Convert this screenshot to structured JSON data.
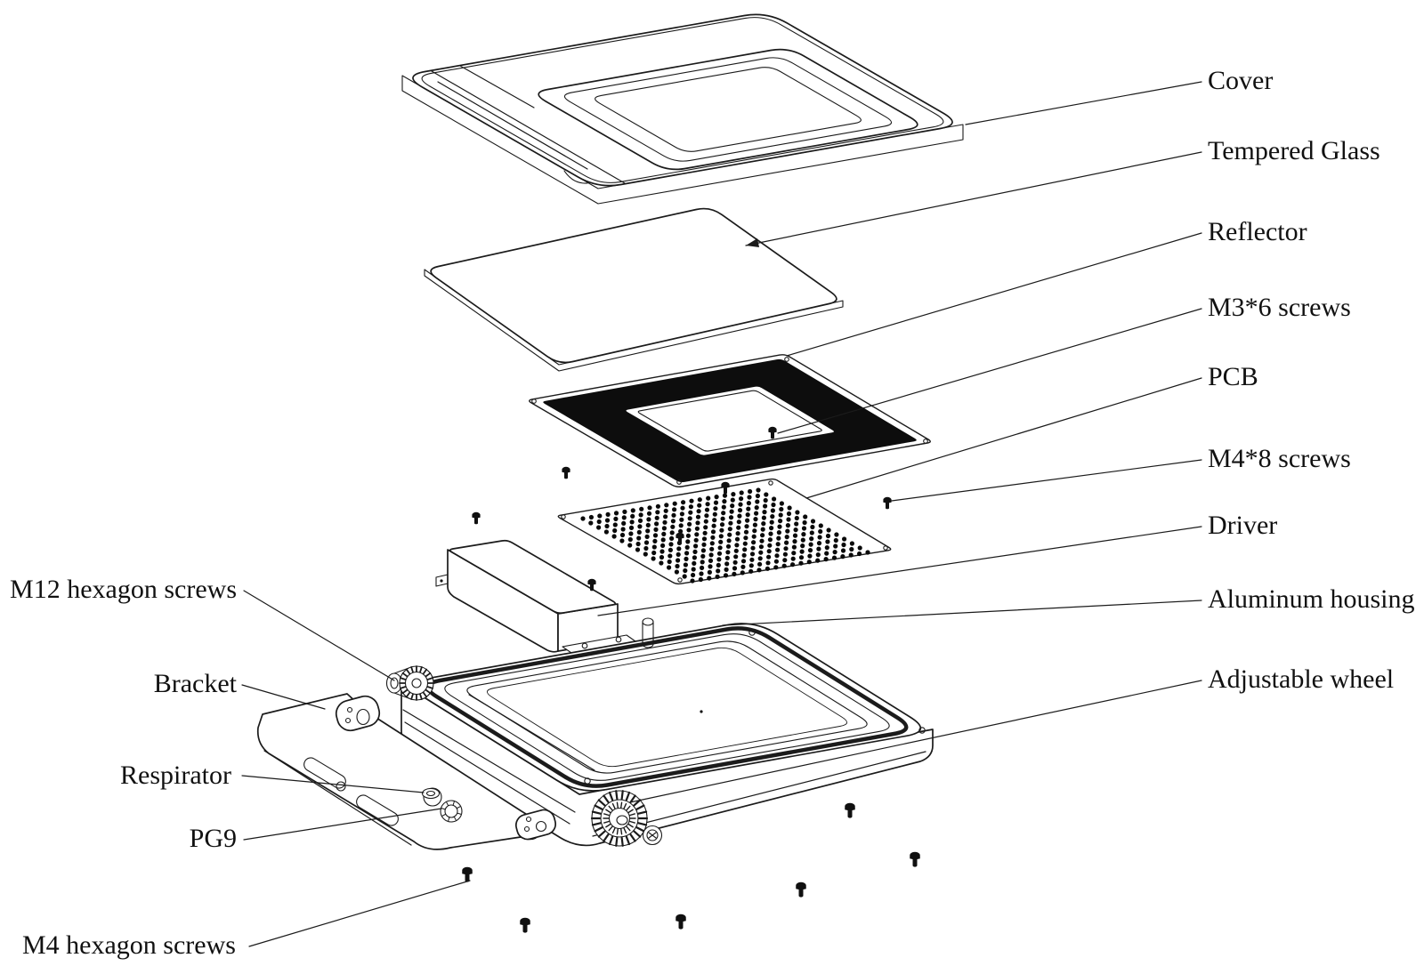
{
  "diagram": {
    "type": "exploded-view technical line drawing",
    "background": "#ffffff"
  },
  "colors": {
    "line": "#1b1b1b",
    "text": "#111111",
    "reflector_frame": "#0d0d0d",
    "background": "#ffffff"
  },
  "parts": [
    {
      "id": "cover",
      "label": "Cover",
      "side": "right"
    },
    {
      "id": "tempered-glass",
      "label": "Tempered Glass",
      "side": "right"
    },
    {
      "id": "reflector",
      "label": "Reflector",
      "side": "right"
    },
    {
      "id": "m3x6-screws",
      "label": "M3*6 screws",
      "side": "right"
    },
    {
      "id": "pcb",
      "label": "PCB",
      "side": "right"
    },
    {
      "id": "m4x8-screws",
      "label": "M4*8 screws",
      "side": "right"
    },
    {
      "id": "driver",
      "label": "Driver",
      "side": "right"
    },
    {
      "id": "aluminum-housing",
      "label": "Aluminum housing",
      "side": "right"
    },
    {
      "id": "adjustable-wheel",
      "label": "Adjustable wheel",
      "side": "right"
    },
    {
      "id": "m12-hexagon-screws",
      "label": "M12 hexagon screws",
      "side": "left"
    },
    {
      "id": "bracket",
      "label": "Bracket",
      "side": "left"
    },
    {
      "id": "respirator",
      "label": "Respirator",
      "side": "left"
    },
    {
      "id": "pg9",
      "label": "PG9",
      "side": "left"
    },
    {
      "id": "m4-hexagon-screws",
      "label": "M4 hexagon screws",
      "side": "left"
    }
  ]
}
